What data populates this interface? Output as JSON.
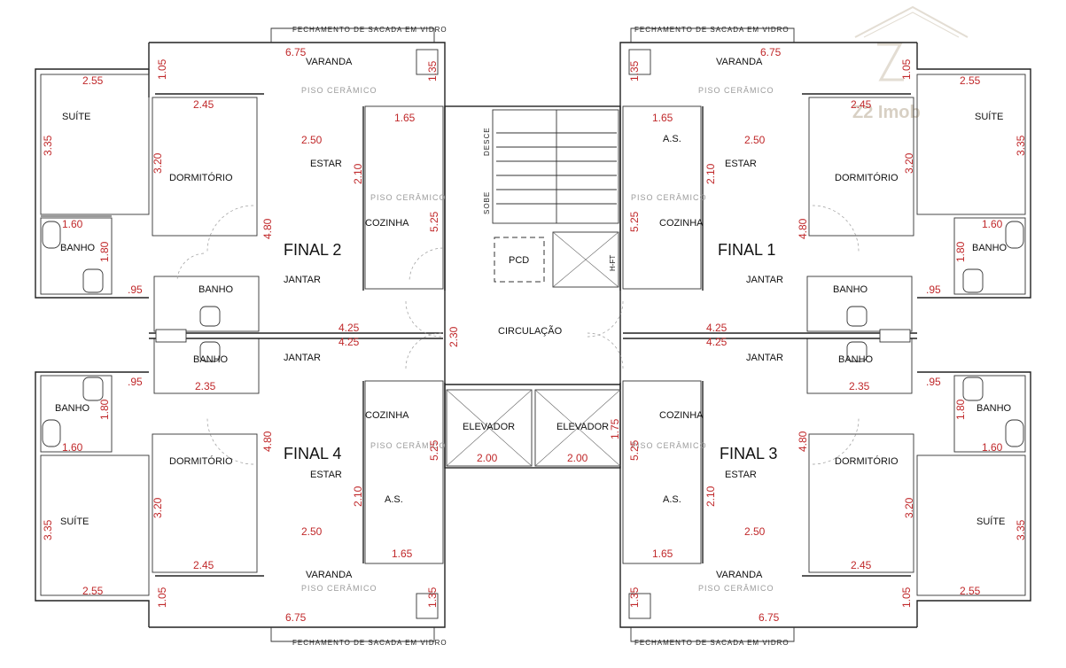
{
  "plan": {
    "finals": [
      "FINAL 2",
      "FINAL 1",
      "FINAL 4",
      "FINAL 3"
    ],
    "rooms": {
      "varanda": "VARANDA",
      "suite": "SUÍTE",
      "dormitorio": "DORMITÓRIO",
      "estar": "ESTAR",
      "jantar": "JANTAR",
      "cozinha": "COZINHA",
      "banho": "BANHO",
      "as": "A.S.",
      "circulacao": "CIRCULAÇÃO",
      "elevador": "ELEVADOR",
      "pcd": "PCD",
      "shaft": "H-FT"
    },
    "notes": {
      "piso": "PISO CERÂMICO",
      "fechamento": "FECHAMENTO DE SACADA EM VIDRO",
      "sobe": "SOBE",
      "desce": "DESCE"
    },
    "dims": {
      "d675": "6.75",
      "d255": "2.55",
      "d105": "1.05",
      "d245": "2.45",
      "d335": "3.35",
      "d320": "3.20",
      "d250": "2.50",
      "d210": "2.10",
      "d480": "4.80",
      "d525": "5.25",
      "d165": "1.65",
      "d160": "1.60",
      "d180": "1.80",
      "d095": ".95",
      "d235": "2.35",
      "d425": "4.25",
      "d230": "2.30",
      "d200": "2.00",
      "d175": "1.75",
      "d135": "1.35"
    }
  },
  "watermark": {
    "brand": "Z2 Imob"
  }
}
